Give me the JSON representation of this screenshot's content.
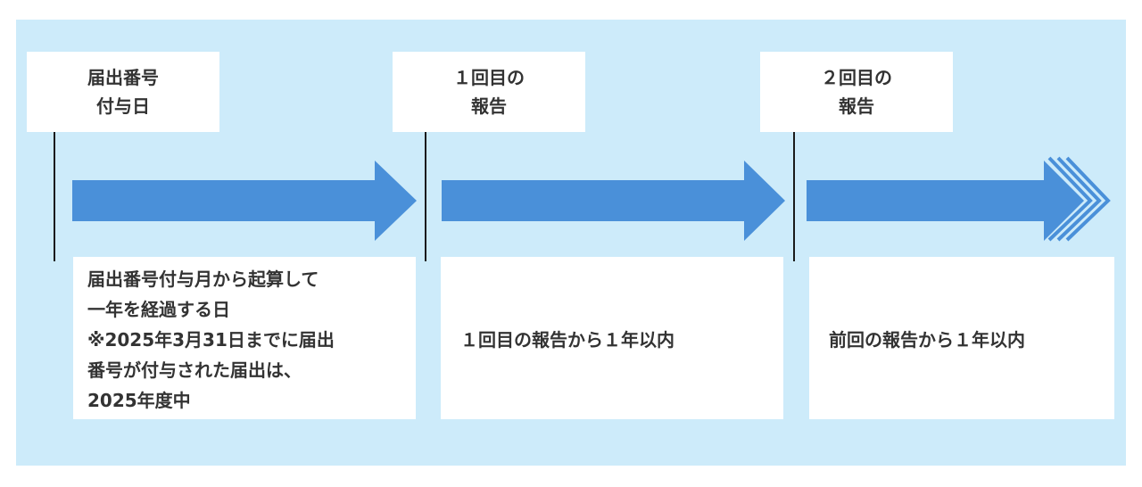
{
  "milestones": [
    {
      "label": "届出番号\n付与日"
    },
    {
      "label": "１回目の\n報告"
    },
    {
      "label": "２回目の\n報告"
    }
  ],
  "descriptions": [
    {
      "text": "届出番号付与月から起算して\n一年を経過する日\n※2025年3月31日までに届出\n番号が付与された届出は、\n2025年度中"
    },
    {
      "text": "１回目の報告から１年以内"
    },
    {
      "text": "前回の報告から１年以内"
    }
  ],
  "colors": {
    "background_panel": "#cdebfa",
    "arrow": "#4a90d9",
    "box": "#ffffff",
    "line": "#1a1a1a",
    "text": "#333333"
  }
}
